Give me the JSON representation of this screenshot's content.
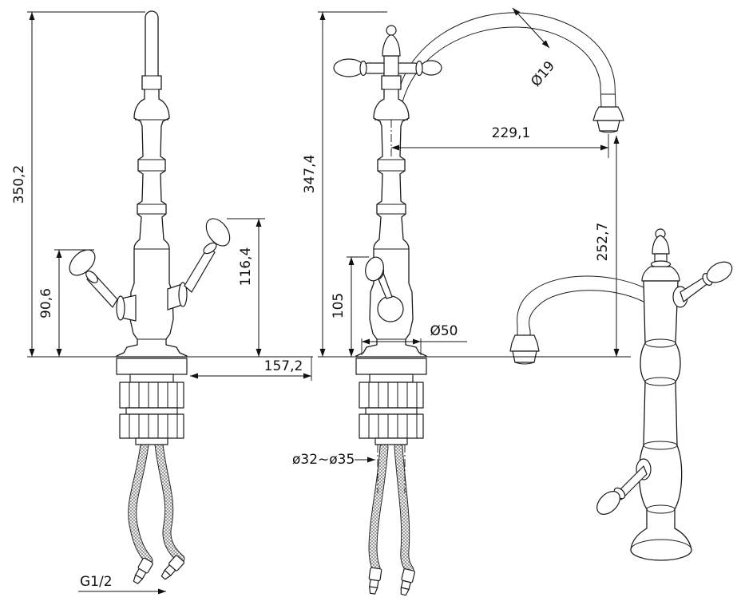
{
  "colors": {
    "background": "#ffffff",
    "line": "#1a1a1a"
  },
  "dimensions": {
    "front_total_height": "350,2",
    "front_left_handle_height": "90,6",
    "front_right_handle_height": "116,4",
    "front_base_offset": "157,2",
    "thread_size": "G1/2",
    "side_total_height": "347,4",
    "side_handle_height": "105",
    "base_diameter": "Ø50",
    "mount_hole_diameter": "ø32~ø35",
    "spout_reach": "229,1",
    "spout_outlet_height": "252,7",
    "spout_tube_diameter": "Ø19"
  }
}
